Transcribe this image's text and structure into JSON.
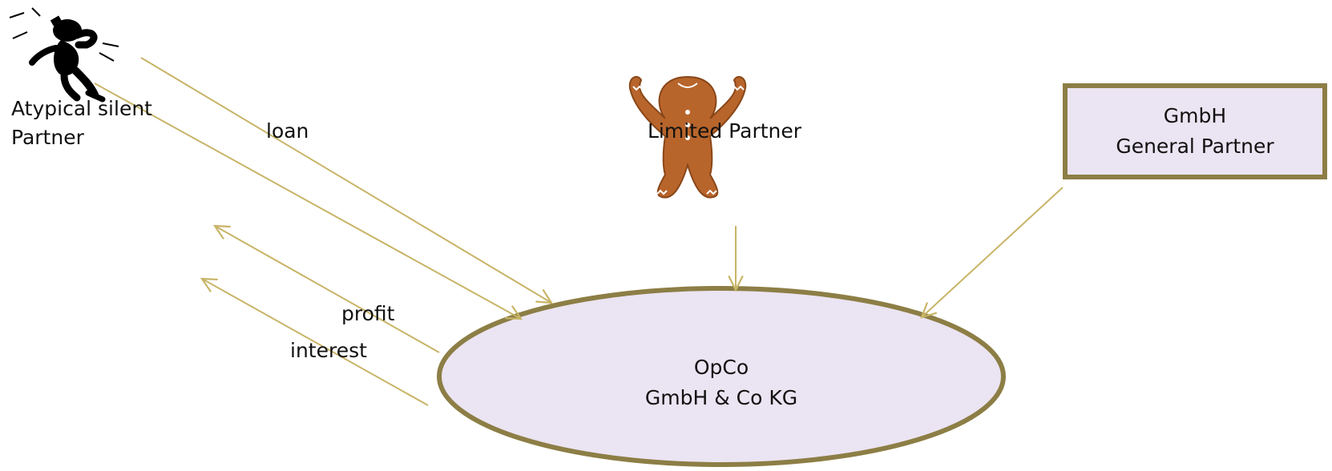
{
  "nodes": {
    "silent_partner": {
      "label_line1": "Atypical silent",
      "label_line2": "Partner"
    },
    "limited_partner": {
      "label": "Limited Partner"
    },
    "general_partner": {
      "label_line1": "GmbH",
      "label_line2": "General Partner"
    },
    "opco": {
      "label_line1": "OpCo",
      "label_line2": "GmbH & Co KG"
    }
  },
  "edges": {
    "loan": "loan",
    "profit": "profit",
    "interest": "interest"
  },
  "colors": {
    "arrow": "#c8b467",
    "border": "#8c7e45",
    "fill": "#ebe4f2",
    "gingerbread": "#b8652c"
  },
  "icons": {
    "silent_partner": "running-figure-icon",
    "limited_partner": "gingerbread-man-icon"
  }
}
